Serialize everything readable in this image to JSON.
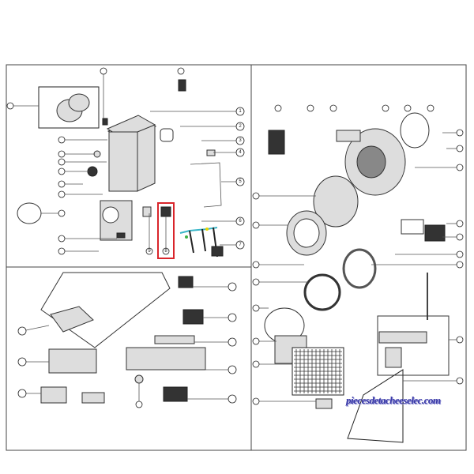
{
  "diagram": {
    "type": "exploded-parts-diagram",
    "callouts_right_top_left_panel": [
      "1",
      "2",
      "3",
      "4",
      "5",
      "6",
      "7",
      "8",
      "9"
    ],
    "highlight_color": "#d9252b",
    "watermark": "piecesdetacheeselec.com"
  }
}
